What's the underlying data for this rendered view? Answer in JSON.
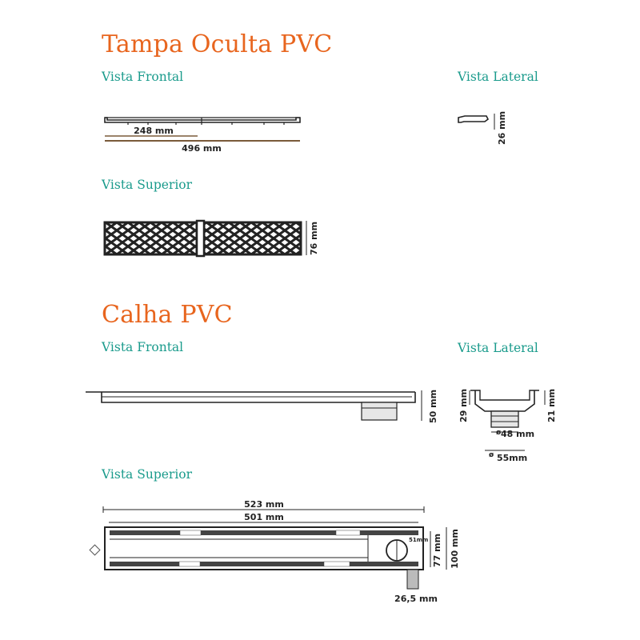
{
  "tampa": {
    "title": "Tampa Oculta PVC",
    "frontal_label": "Vista Frontal",
    "lateral_label": "Vista Lateral",
    "superior_label": "Vista Superior",
    "dim_half": "248 mm",
    "dim_length": "496 mm",
    "dim_height": "26 mm",
    "dim_width": "76 mm"
  },
  "calha": {
    "title": "Calha PVC",
    "frontal_label": "Vista Frontal",
    "lateral_label": "Vista Lateral",
    "superior_label": "Vista Superior",
    "dim_front_height": "50 mm",
    "dim_lat_left": "29 mm",
    "dim_lat_right": "21 mm",
    "dim_d48": "48 mm",
    "dim_d55": "55mm",
    "dim_523": "523 mm",
    "dim_501": "501 mm",
    "dim_51": "51mm",
    "dim_77": "77 mm",
    "dim_100": "100 mm",
    "dim_265": "26,5 mm",
    "phi_symbol": "ø"
  },
  "colors": {
    "title": "#e8651e",
    "subtitle": "#1a9b8c",
    "line": "#222222",
    "dim_line": "#7a5a3a"
  }
}
